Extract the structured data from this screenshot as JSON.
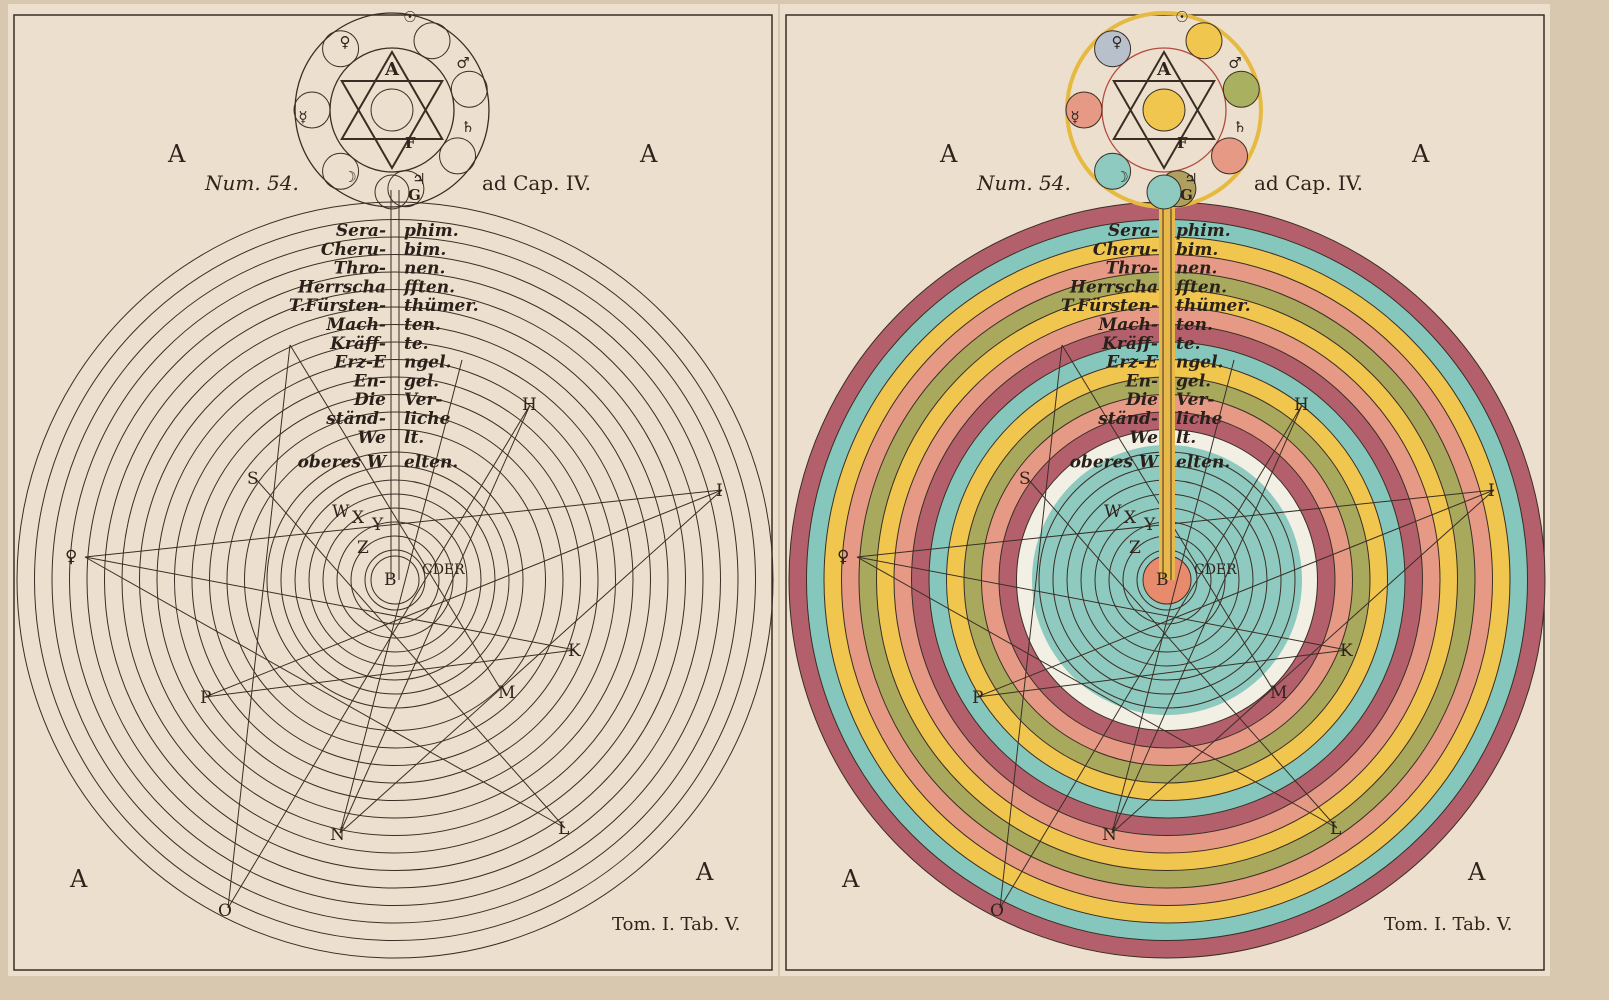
{
  "plates": [
    {
      "id": "plain",
      "colored": false
    },
    {
      "id": "colored",
      "colored": true
    }
  ],
  "header": {
    "num": "Num. 54.",
    "cap": "ad Cap. IV."
  },
  "corner_letter": "A",
  "footer": "Tom. I. Tab. V.",
  "emblem": {
    "top_letter": "A",
    "center_letter": "F",
    "bottom_letter": "G",
    "planets": [
      "☉",
      "♂",
      "♄",
      "♃",
      "☽",
      "☿",
      "♀"
    ]
  },
  "hierarchy": [
    {
      "left": "Sera-",
      "right": "phim."
    },
    {
      "left": "Cheru-",
      "right": "bim."
    },
    {
      "left": "Thro-",
      "right": "nen."
    },
    {
      "left": "Herrscha",
      "right": "fften."
    },
    {
      "left": "T.Fürsten-",
      "right": "thümer."
    },
    {
      "left": "Mach-",
      "right": "ten."
    },
    {
      "left": "Kräff-",
      "right": "te."
    },
    {
      "left": "Erz-E",
      "right": "ngel."
    },
    {
      "left": "En-",
      "right": "gel."
    },
    {
      "left": "Die",
      "right": "Ver-"
    },
    {
      "left": "ständ-",
      "right": "liche"
    },
    {
      "left": "We",
      "right": "lt."
    },
    {
      "left": "oberes W",
      "right": "elten."
    }
  ],
  "point_labels": {
    "B": "B",
    "CDER": "CDER",
    "H": "H",
    "I": "I",
    "K": "K",
    "L": "L",
    "M": "M",
    "N": "N",
    "O": "O",
    "P": "P",
    "Q": "♀",
    "S": "S",
    "W": "W",
    "X": "X",
    "Y": "Y",
    "Z": "Z"
  },
  "colors": {
    "paper": "#ecdfcd",
    "ink": "#3a2e24",
    "rings": [
      "#b4606c",
      "#86c7bd",
      "#f0c64e",
      "#e69a86",
      "#a9a95e",
      "#f0c64e",
      "#e69a86",
      "#b4606c",
      "#86c7bd",
      "#f0c64e",
      "#a9a95e",
      "#e69a86",
      "#b4606c",
      "#f2efe4",
      "#86c7bd"
    ],
    "inner": "#8fcac0",
    "center": "#e88a6c",
    "stem": "#e8b84a",
    "emblem_ring": "#e6b940",
    "emblem_planets": [
      "#f0c64e",
      "#a9b060",
      "#e69a86",
      "#b0a060",
      "#8fcac0",
      "#e69a86",
      "#b8c0cc"
    ]
  }
}
